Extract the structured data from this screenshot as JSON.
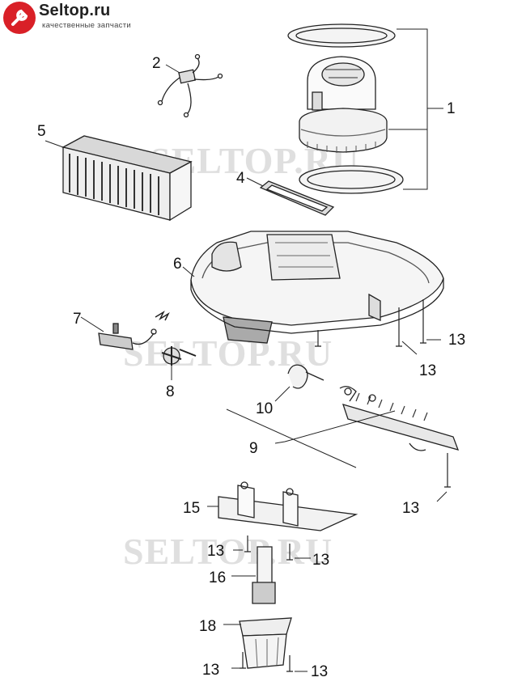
{
  "logo": {
    "name": "Seltop.ru",
    "tagline": "качественные запчасти",
    "brand_color": "#d92027"
  },
  "watermark": "SELTOP.RU",
  "labels": {
    "p1": "1",
    "p2": "2",
    "p4": "4",
    "p5": "5",
    "p6": "6",
    "p7": "7",
    "p8": "8",
    "p9": "9",
    "p10": "10",
    "p13": "13",
    "p15": "15",
    "p16": "16",
    "p18": "18"
  },
  "colors": {
    "line": "#222222",
    "fill_light": "#f4f4f4",
    "fill_dark": "#9a9a9a"
  }
}
